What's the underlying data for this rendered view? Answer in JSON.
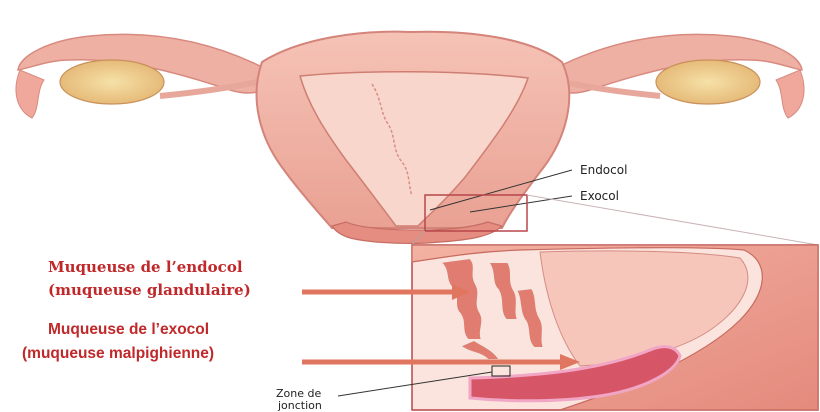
{
  "labels": {
    "endocol": "Endocol",
    "exocol": "Exocol",
    "endocol_mucosa_line1": "Muqueuse de l’endocol",
    "endocol_mucosa_line2": "(muqueuse glandulaire)",
    "exocol_mucosa_line1": "Muqueuse de l’exocol",
    "exocol_mucosa_line2": "(muqueuse malpighienne)",
    "junction_line1": "Zone de",
    "junction_line2": "jonction"
  },
  "colors": {
    "tissue": "#f2b6a8",
    "tissue_dark": "#d9827a",
    "cavity": "#f7d3c8",
    "label_red": "#c0282a",
    "arrow": "#e0765f",
    "callout_box": "#b8474a"
  }
}
